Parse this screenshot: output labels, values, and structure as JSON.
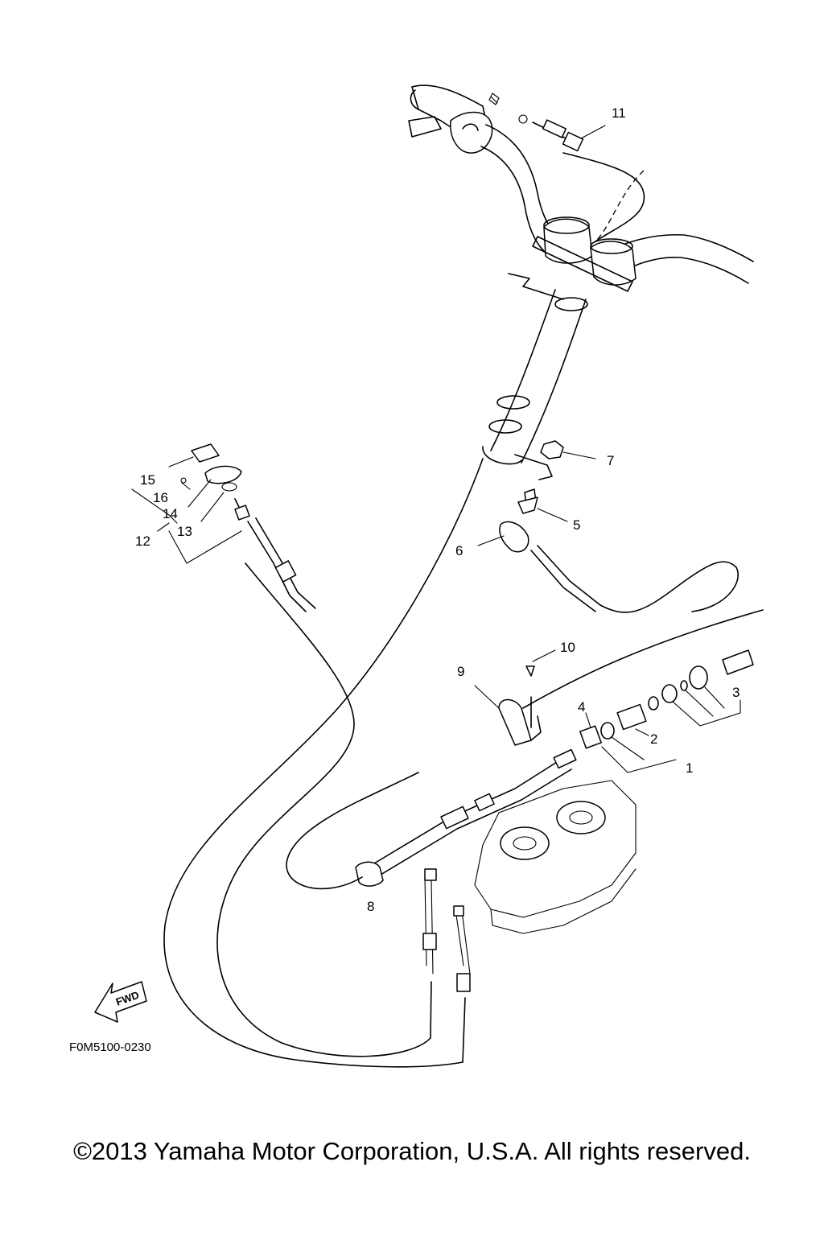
{
  "diagram": {
    "callouts": [
      "1",
      "2",
      "3",
      "4",
      "5",
      "6",
      "7",
      "8",
      "9",
      "10",
      "11",
      "12",
      "13",
      "14",
      "15",
      "16"
    ],
    "fwd_label": "FWD",
    "figure_code": "F0M5100-0230"
  },
  "footer": {
    "copyright": "©2013 Yamaha Motor Corporation, U.S.A. All rights reserved."
  }
}
